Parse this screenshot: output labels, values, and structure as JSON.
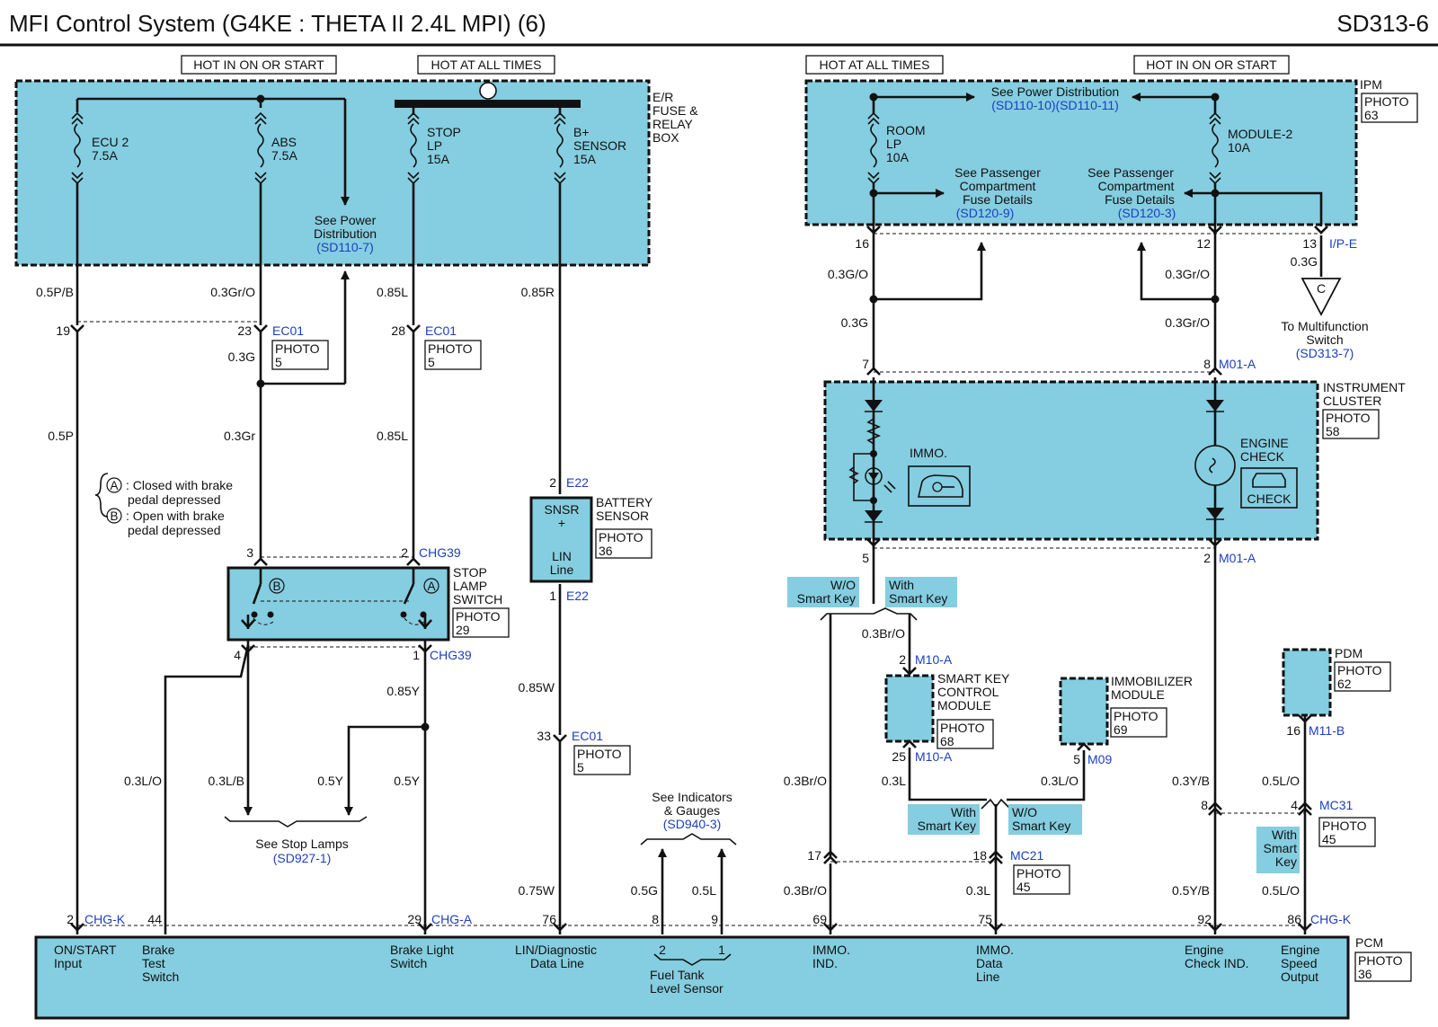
{
  "header": {
    "title": "MFI Control System  (G4KE : THETA II 2.4L MPI) (6)",
    "code": "SD313-6"
  },
  "headers": {
    "hot_start_l": "HOT IN ON OR START",
    "hot_all_l": "HOT AT ALL TIMES",
    "hot_all_r": "HOT AT ALL TIMES",
    "hot_start_r": "HOT IN ON OR START"
  },
  "er_box": {
    "label1": "E/R",
    "label2": "FUSE &",
    "label3": "RELAY",
    "label4": "BOX",
    "ecu_fuse": [
      "ECU 2",
      "7.5A"
    ],
    "abs_fuse": [
      "ABS",
      "7.5A"
    ],
    "stop_fuse": [
      "STOP",
      "LP",
      "15A"
    ],
    "bsensor_fuse": [
      "B+",
      "SENSOR",
      "15A"
    ],
    "see_power": [
      "See Power",
      "Distribution"
    ],
    "see_power_ref": "(SD110-7)"
  },
  "ipm": {
    "label": "IPM",
    "photo": [
      "PHOTO",
      "63"
    ],
    "room_fuse": [
      "ROOM",
      "LP",
      "10A"
    ],
    "module_fuse": [
      "MODULE-2",
      "10A"
    ],
    "see_power": "See Power Distribution",
    "see_power_ref": "(SD110-10)(SD110-11)",
    "see_pass_l": [
      "See Passenger",
      "Compartment",
      "Fuse Details"
    ],
    "see_pass_l_ref": "(SD120-9)",
    "see_pass_r": [
      "See Passenger",
      "Compartment",
      "Fuse Details"
    ],
    "see_pass_r_ref": "(SD120-3)"
  },
  "wires": {
    "w1": "0.5P/B",
    "w2": "0.5P",
    "w3": "0.3Gr/O",
    "w4": "0.3G",
    "w5": "0.3Gr",
    "w6": "0.85L",
    "w7": "0.85L",
    "w8": "0.85R",
    "w9": "0.85Y",
    "w10": "0.3L/O",
    "w11": "0.3L/B",
    "w12": "0.5Y",
    "w13": "0.5Y",
    "w14": "0.85W",
    "w15": "0.75W",
    "w16": "0.5G",
    "w17": "0.5L",
    "w18": "0.3G/O",
    "w19": "0.3G",
    "w20": "0.3Gr/O",
    "w21": "0.3Gr/O",
    "w22": "0.3G",
    "w23": "0.3Br/O",
    "w24": "0.3Br/O",
    "w25": "0.3Br/O",
    "w26": "0.3L",
    "w27": "0.3L/O",
    "w28": "0.3L",
    "w29": "0.3Y/B",
    "w30": "0.5Y/B",
    "w31": "0.5L/O",
    "w32": "0.5L/O"
  },
  "pins": {
    "p19": "19",
    "p23": "23",
    "p28": "28",
    "p3": "3",
    "p2a": "2",
    "p4": "4",
    "p1a": "1",
    "p2b": "2",
    "p1b": "1",
    "p33": "33",
    "p16a": "16",
    "p12": "12",
    "p13": "13",
    "p7": "7",
    "p8a": "8",
    "p5": "5",
    "p2c": "2",
    "p2d": "2",
    "p25": "25",
    "p5b": "5",
    "p16b": "16",
    "p8b": "8",
    "p4b": "4",
    "p17": "17",
    "p18": "18",
    "pcm2": "2",
    "pcm44": "44",
    "pcm29": "29",
    "pcm76": "76",
    "pcm8": "8",
    "pcm9": "9",
    "pcm69": "69",
    "pcm75": "75",
    "pcm92": "92",
    "pcm86": "86",
    "fuel2": "2",
    "fuel1": "1"
  },
  "connectors": {
    "ec01a": "EC01",
    "ec01b": "EC01",
    "ec01c": "EC01",
    "chg39a": "CHG39",
    "chg39b": "CHG39",
    "e22a": "E22",
    "e22b": "E22",
    "ipe": "I/P-E",
    "m01a1": "M01-A",
    "m01a2": "M01-A",
    "m10a1": "M10-A",
    "m10a2": "M10-A",
    "m09": "M09",
    "m11b": "M11-B",
    "mc31": "MC31",
    "mc21": "MC21",
    "chgk1": "CHG-K",
    "chga": "CHG-A",
    "chgk2": "CHG-K"
  },
  "photos": {
    "ec01a": [
      "PHOTO",
      "5"
    ],
    "ec01b": [
      "PHOTO",
      "5"
    ],
    "ec01c": [
      "PHOTO",
      "5"
    ],
    "stop_switch": [
      "PHOTO",
      "29"
    ],
    "battery": [
      "PHOTO",
      "36"
    ],
    "cluster": [
      "PHOTO",
      "58"
    ],
    "smartkey": [
      "PHOTO",
      "68"
    ],
    "immobilizer": [
      "PHOTO",
      "69"
    ],
    "pdm": [
      "PHOTO",
      "62"
    ],
    "mc31": [
      "PHOTO",
      "45"
    ],
    "mc21": [
      "PHOTO",
      "45"
    ],
    "pcm": [
      "PHOTO",
      "36"
    ]
  },
  "notes": {
    "a_note": [
      ": Closed with brake",
      "pedal depressed"
    ],
    "b_note": [
      ": Open with brake",
      "pedal depressed"
    ],
    "a_sym": "A",
    "b_sym": "B",
    "see_stop": "See Stop Lamps",
    "see_stop_ref": "(SD927-1)",
    "see_ind": [
      "See Indicators",
      "& Gauges"
    ],
    "see_ind_ref": "(SD940-3)",
    "to_mfs": [
      "To Multifunction",
      "Switch"
    ],
    "to_mfs_ref": "(SD313-7)",
    "c_sym": "C"
  },
  "components": {
    "stop_switch": [
      "STOP",
      "LAMP",
      "SWITCH"
    ],
    "battery_sensor": [
      "BATTERY",
      "SENSOR"
    ],
    "battery_inner": [
      "SNSR",
      "+",
      "LIN",
      "Line"
    ],
    "cluster": [
      "INSTRUMENT",
      "CLUSTER"
    ],
    "immo": "IMMO.",
    "engine_check": [
      "ENGINE",
      "CHECK"
    ],
    "check": "CHECK",
    "smartkey_module": [
      "SMART KEY",
      "CONTROL",
      "MODULE"
    ],
    "immobilizer": [
      "IMMOBILIZER",
      "MODULE"
    ],
    "pdm": "PDM",
    "pcm": "PCM"
  },
  "options": {
    "wo_sk1": [
      "W/O",
      "Smart Key"
    ],
    "with_sk1": [
      "With",
      "Smart Key"
    ],
    "with_sk2": [
      "With",
      "Smart Key"
    ],
    "wo_sk2": [
      "W/O",
      "Smart Key"
    ],
    "with_sk3": [
      "With",
      "Smart",
      "Key"
    ]
  },
  "pcm_labels": {
    "on_start": [
      "ON/START",
      "Input"
    ],
    "brake_test": [
      "Brake",
      "Test",
      "Switch"
    ],
    "brake_light": [
      "Brake Light",
      "Switch"
    ],
    "lin_diag": [
      "LIN/Diagnostic",
      "Data Line"
    ],
    "fuel_tank": [
      "Fuel Tank",
      "Level Sensor"
    ],
    "immo_ind": [
      "IMMO.",
      "IND."
    ],
    "immo_data": [
      "IMMO.",
      "Data",
      "Line"
    ],
    "engine_check": [
      "Engine",
      "Check IND."
    ],
    "engine_speed": [
      "Engine",
      "Speed",
      "Output"
    ]
  }
}
